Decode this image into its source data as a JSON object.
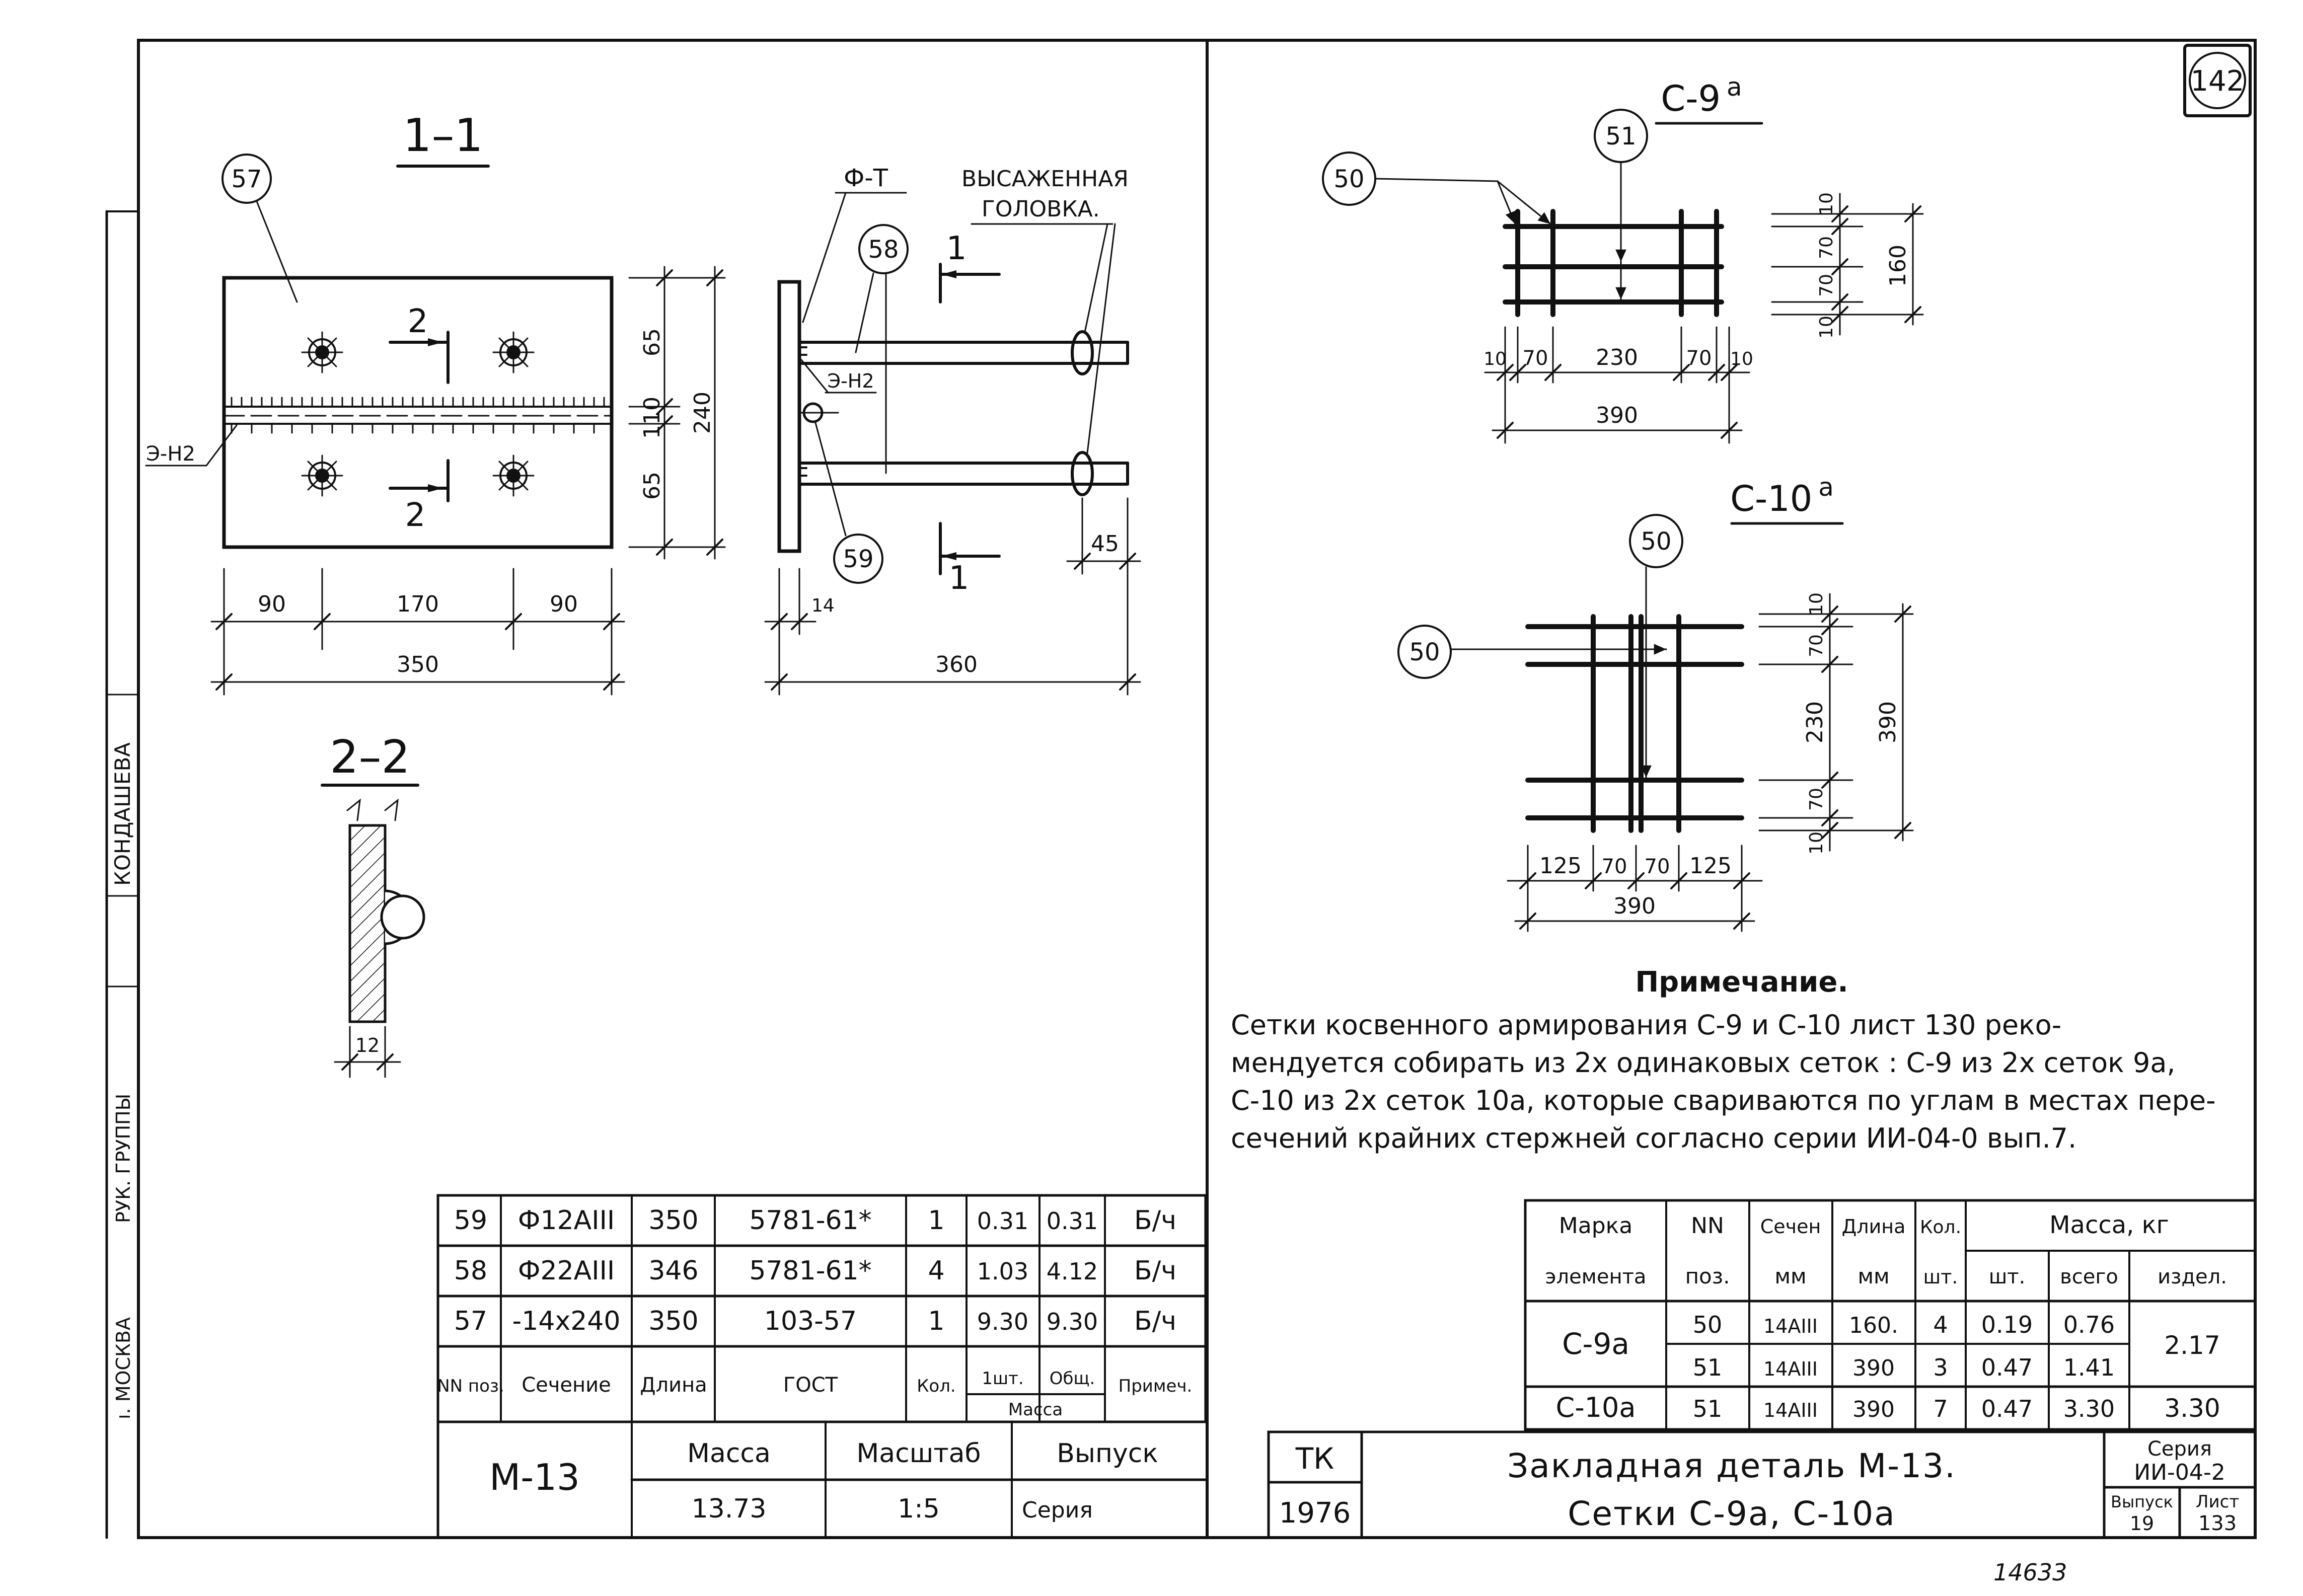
{
  "sheet_number": "142",
  "side_stamp": {
    "city": "ı. МОСКВА",
    "role": "РУК. ГРУППЫ",
    "name": "КОНДАШЕВА"
  },
  "section_1_1": {
    "title": "1–1",
    "callouts": [
      "57",
      "58",
      "59"
    ],
    "plate": {
      "labels": {
        "cut_mark": "2",
        "weld": "Э-Н2"
      },
      "dims_vertical": [
        "65",
        "110",
        "65",
        "240"
      ],
      "dims_horizontal": [
        "90",
        "170",
        "90",
        "350"
      ]
    },
    "side_view": {
      "labels": {
        "phi_t": "Ф-Т",
        "upset_head_1": "ВЫСАЖЕННАЯ",
        "upset_head_2": "ГОЛОВКА.",
        "weld": "Э-Н2",
        "cut_mark": "1"
      },
      "dims": {
        "thickness": "14",
        "length": "360",
        "head": "45"
      }
    }
  },
  "section_2_2": {
    "title": "2–2",
    "dim": "12"
  },
  "mesh_c9": {
    "title": "С-9",
    "sup": "а",
    "callouts": [
      "50",
      "51"
    ],
    "dims_vertical": [
      "10",
      "70",
      "70",
      "10",
      "160"
    ],
    "dims_horizontal": [
      "10",
      "70",
      "230",
      "70",
      "10",
      "390"
    ]
  },
  "mesh_c10": {
    "title": "С-10",
    "sup": "а",
    "callouts": [
      "50",
      "50"
    ],
    "dims_vertical": [
      "10",
      "70",
      "230",
      "70",
      "10",
      "390"
    ],
    "dims_horizontal": [
      "125",
      "70",
      "70",
      "125",
      "390"
    ]
  },
  "note": {
    "heading": "Примечание.",
    "lines": [
      "Сетки косвенного армирования С-9 и С-10 лист 130 реко-",
      "мендуется собирать из 2х одинаковых сеток : С-9 из 2х сеток 9а,",
      "С-10 из 2х сеток 10а, которые свариваются по углам в местах пере-",
      "сечений крайних стержней согласно серии ИИ-04-0 вып.7."
    ]
  },
  "parts_table": {
    "rows": [
      [
        "59",
        "Ф12АIII",
        "350",
        "5781-61*",
        "1",
        "0.31",
        "0.31",
        "Б/ч"
      ],
      [
        "58",
        "Ф22АIII",
        "346",
        "5781-61*",
        "4",
        "1.03",
        "4.12",
        "Б/ч"
      ],
      [
        "57",
        "-14х240",
        "350",
        "103-57",
        "1",
        "9.30",
        "9.30",
        "Б/ч"
      ]
    ],
    "header": {
      "pos": "NN поз.",
      "section": "Сечение",
      "length": "Длина",
      "gost": "ГОСТ",
      "qty": "Кол.",
      "one": "1шт.",
      "total": "Общ.",
      "mass": "Масса",
      "note": "Примеч."
    },
    "mark": "М-13",
    "mass_label": "Масса",
    "mass_value": "13.73",
    "scale_label": "Масштаб",
    "scale_value": "1:5",
    "issue_label": "Выпуск",
    "series_label": "Серия"
  },
  "mesh_table": {
    "header": {
      "mark_1": "Марка",
      "mark_2": "элемента",
      "pos_1": "NN",
      "pos_2": "поз.",
      "section_1": "Сечен",
      "section_2": "мм",
      "length_1": "Длина",
      "length_2": "мм",
      "qty_1": "Кол.",
      "qty_2": "шт.",
      "mass": "Масса, кг",
      "one": "шт.",
      "total": "всего",
      "item": "издел."
    },
    "rows": [
      {
        "mark": "С-9а",
        "pos": "50",
        "section": "14АIII",
        "length": "160.",
        "qty": "4",
        "one": "0.19",
        "total": "0.76",
        "item": "2.17"
      },
      {
        "mark": "",
        "pos": "51",
        "section": "14АIII",
        "length": "390",
        "qty": "3",
        "one": "0.47",
        "total": "1.41",
        "item": ""
      },
      {
        "mark": "С-10а",
        "pos": "51",
        "section": "14АIII",
        "length": "390",
        "qty": "7",
        "one": "0.47",
        "total": "3.30",
        "item": "3.30"
      }
    ]
  },
  "title_block": {
    "tk": "ТК",
    "year": "1976",
    "title_1": "Закладная деталь М-13.",
    "title_2": "Сетки С-9а, С-10а",
    "series_label": "Серия",
    "series_value": "ИИ-04-2",
    "issue_label": "Выпуск",
    "issue_value": "19",
    "sheet_label": "Лист",
    "sheet_value": "133"
  },
  "handwritten_number": "14633"
}
